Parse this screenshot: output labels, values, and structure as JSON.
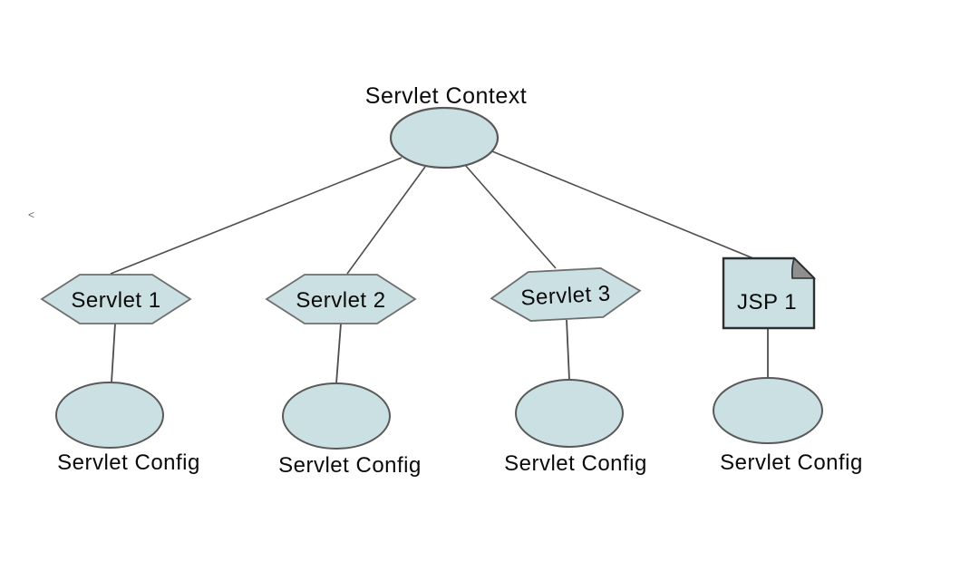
{
  "diagram": {
    "title": "Servlet Context",
    "nodes": {
      "context": {
        "label": "Servlet Context",
        "shape": "ellipse"
      },
      "servlet1": {
        "label": "Servlet 1",
        "shape": "hexagon"
      },
      "servlet2": {
        "label": "Servlet 2",
        "shape": "hexagon"
      },
      "servlet3": {
        "label": "Servlet 3",
        "shape": "hexagon"
      },
      "jsp1": {
        "label": "JSP 1",
        "shape": "document"
      }
    },
    "config_label": "Servlet Config",
    "connections": [
      "Servlet Context - Servlet 1",
      "Servlet Context - Servlet 2",
      "Servlet Context - Servlet 3",
      "Servlet Context - JSP 1",
      "Servlet 1 - Servlet Config",
      "Servlet 2 - Servlet Config",
      "Servlet 3 - Servlet Config",
      "JSP 1 - Servlet Config"
    ],
    "colors": {
      "node_fill": "#cbe0e3",
      "node_stroke": "#595959",
      "doc_stroke": "#2e2e2e",
      "fold_fill": "#8f8f8f",
      "edge": "#4d4d4d",
      "text": "#0a0a0a"
    },
    "stray_mark": "<"
  }
}
